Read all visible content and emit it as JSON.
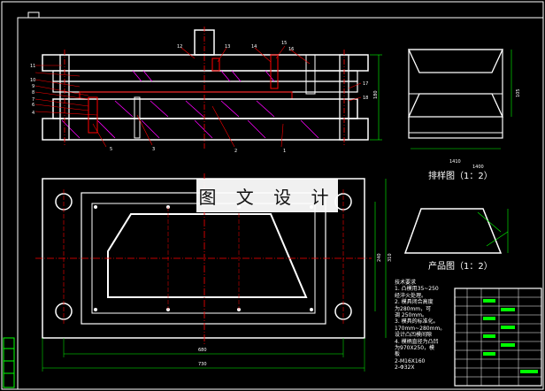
{
  "watermark": "图 文 设 计",
  "views": {
    "strip_layout": "排样图（1：2）",
    "product": "产品图（1：2）"
  },
  "part_numbers": [
    "1",
    "2",
    "3",
    "4",
    "5",
    "6",
    "7",
    "8",
    "9",
    "10",
    "11",
    "12",
    "13",
    "14",
    "15",
    "16",
    "17",
    "18"
  ],
  "dimensions": {
    "plan_inner_width": "680",
    "plan_outer_width": "730",
    "plan_inner_height": "240",
    "plan_outer_height": "310",
    "section_height": "180",
    "strip_height": "105",
    "strip_width": "1410",
    "product_width": "1400"
  },
  "tech_notes": "技术要求\n1. 凸模用35~250\n经淬火处理。\n2. 模具闭合高度\n为280mm，可\n调 250mm。\n3. 模具的标准化。\n170mm~280mm。\n设计凸凹模间隙\n4. 模柄直径为凸凹\n为970X250，模\n板\n2-M16X160\n2-Φ32X"
}
